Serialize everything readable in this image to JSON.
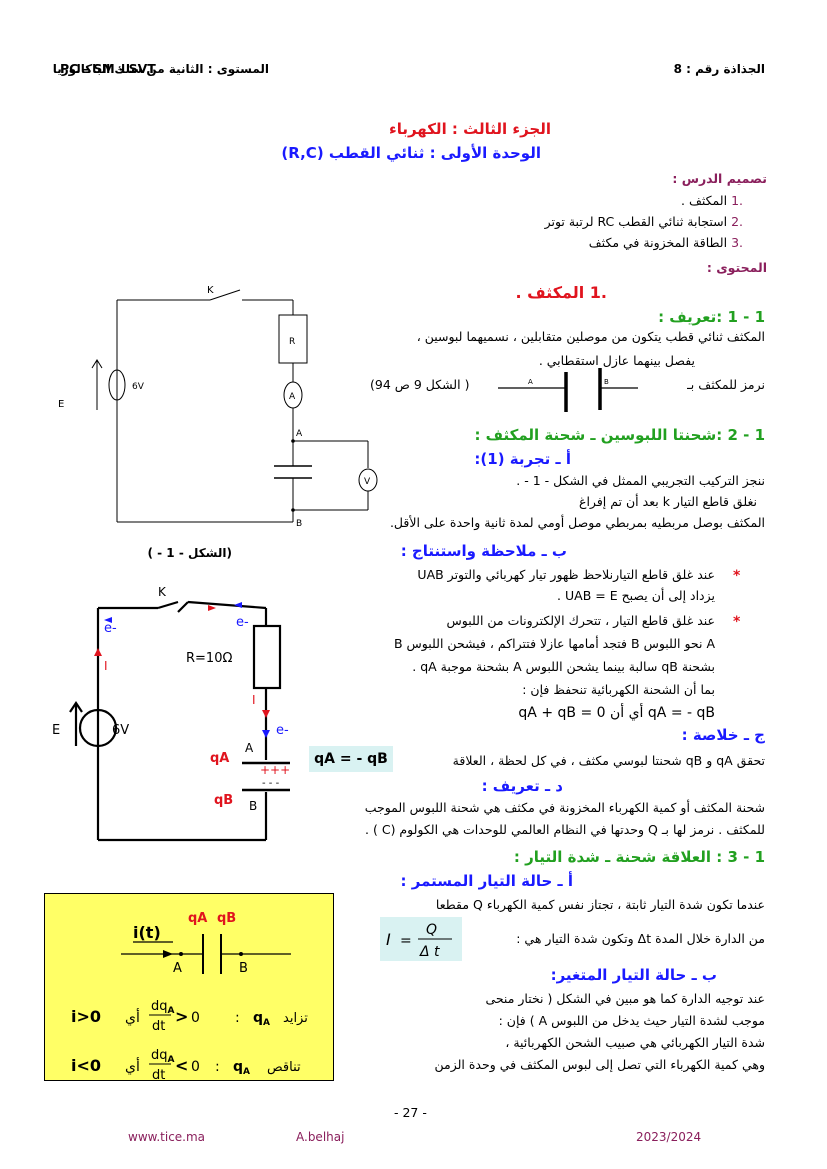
{
  "header": {
    "sheet": "الجذاذة رقم : 8",
    "level": "المستوى : الثانية من سلك الباكالوريا",
    "streams": "PC – SM - SVT"
  },
  "titles": {
    "part": "الجزء الثالث : الكهرباء",
    "unit": "الوحدة الأولى : ثنائي القطب (R,C)"
  },
  "plan": {
    "heading": "تصميم الدرس :",
    "items": [
      {
        "num": ".1",
        "text": "المكثف ."
      },
      {
        "num": ".2",
        "text": "استجابة ثنائي القطب RC لرتبة توتر"
      },
      {
        "num": ".3",
        "text": "الطاقة المخزونة في مكثف"
      }
    ],
    "content_heading": "المحتوى :"
  },
  "section1": {
    "title": ".1  المكثف .",
    "def_title": "1 - 1 :تعريف :",
    "def_lines": [
      "المكثف ثنائي قطب يتكون من موصلين متقابلين ، نسميهما لبوسين ،",
      "يفصل بينهما عازل استقطابي .",
      "نرمز للمكثف بـ"
    ],
    "def_ref": "(الشكل 9 ص 94 )",
    "symbol_a": "A",
    "symbol_b": "B"
  },
  "section2": {
    "title": "1 - 2 :شحنتا اللبوسين ـ شحنة المكثف :",
    "exp_title": "أ ـ تجربة (1):",
    "exp_lines": [
      "ننجز التركيب التجريبي الممثل في الشكل - 1 - .",
      "نغلق قاطع التيار k بعد أن تم إفراغ",
      "المكثف بوصل مربطيه بمربطي موصل أومي لمدة ثانية واحدة على الأقل."
    ],
    "obs_title": "ب ـ ملاحظة واستنتاج     :",
    "obs1_lines": [
      "عند غلق قاطع التيارنلاحظ ظهور تيار كهربائي  والتوتر UAB",
      "يزداد إلى أن يصبح  UAB = E ."
    ],
    "obs2_lines": [
      "عند غلق قاطع التيار ، تتحرك الإلكترونات من اللبوس",
      "A نحو اللبوس B فتجد أمامها عازلا فتتراكم ، فيشحن اللبوس B",
      "بشحنة qB سالبة بينما يشحن اللبوس A بشحنة موجبة qA .",
      "بما أن الشحنة الكهربائية تنحفظ فإن :",
      "qA = - qB      أي أن      qA + qB = 0"
    ],
    "summary_title": "ج ـ خلاصة :",
    "summary_text": "تحقق qA و qB شحنتا لبوسي مكثف ، في كل لحظة ، العلاقة",
    "summary_formula": "qA = - qB",
    "def2_title": "د ـ تعريف :",
    "def2_lines": [
      "شحنة المكثف أو كمية الكهرباء المخزونة في مكثف هي شحنة اللبوس الموجب",
      "للمكثف . نرمز لها   بـ Q وحدتها في النظام العالمي للوحدات هي الكولوم (C ) ."
    ]
  },
  "section3": {
    "title": "1 - 3 : العلاقة شحنة ـ شدة التيار :",
    "dc_title": "أ ـ حالة التيار المستمر :",
    "dc_lines": [
      "عندما تكون شدة التيار ثابتة ، تجتاز نفس كمية الكهرباء Q مقطعا",
      "من الدارة خلال المدة Δt وتكون شدة التيار هي :"
    ],
    "formula": "I = Q / Δt",
    "var_title": "ب ـ حالة التيار المتغير:",
    "var_lines": [
      "عند توجيه الدارة كما هو مبين في الشكل ( نختار منحى",
      "موجب لشدة التيار حيث يدخل من اللبوس A ) فإن :",
      "شدة التيار الكهربائي هي صبيب الشحن الكهربائية ،",
      "وهي كمية الكهرباء التي تصل إلى لبوس المكثف في وحدة الزمن"
    ]
  },
  "figure1": {
    "k": "K",
    "r": "R",
    "a_meter": "A",
    "v_meter": "V",
    "e": "E",
    "source": "6V",
    "node_a": "A",
    "node_b": "B",
    "caption": "(الشكل - 1 - )"
  },
  "figure2": {
    "k": "K",
    "resistor": "R=10Ω",
    "source": "6V",
    "e": "E",
    "electron": "e-",
    "current": "I",
    "qa": "qA",
    "qb": "qB",
    "plate_a": "A",
    "plate_b": "B",
    "plus": "+++",
    "minus": "- - -"
  },
  "yellowbox": {
    "current": "i(t)",
    "qa": "qA",
    "qb": "qB",
    "a": "A",
    "b": "B",
    "row1": {
      "cond": "i>0",
      "ay": "أي",
      "expr": "dqA/dt > 0",
      "result": "qA تزايد"
    },
    "row2": {
      "cond": "i<0",
      "ay": "أي",
      "expr": "dqA/dt < 0",
      "result": "qA تناقص"
    }
  },
  "footer": {
    "page": "- 27 -",
    "site": "www.tice.ma",
    "author": "A.belhaj",
    "year": "2023/2024"
  },
  "colors": {
    "red": "#e0141e",
    "blue": "#1a1aff",
    "green": "#22a020",
    "purple": "#8a1f5c",
    "yellow": "#ffff66",
    "highlight": "#d9f2f2"
  }
}
